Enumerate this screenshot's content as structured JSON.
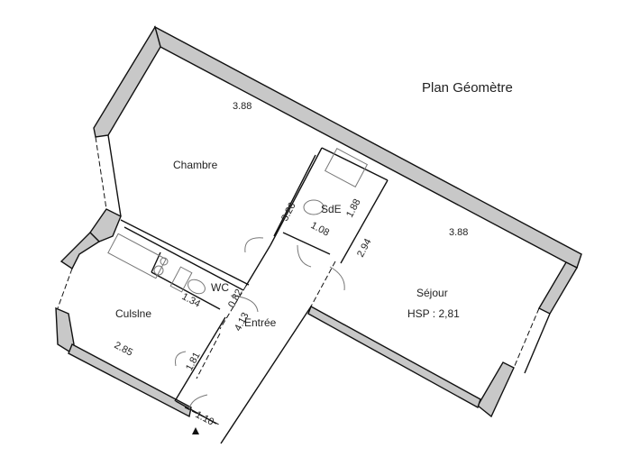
{
  "title": "Plan Géomètre",
  "rooms": {
    "chambre": {
      "name": "Chambre",
      "dim_top": "3.88",
      "dim_side": "3.26"
    },
    "sde": {
      "name": "SdE",
      "dim_a": "1.08",
      "dim_b": "1.88"
    },
    "sejour": {
      "name": "Séjour",
      "hsp": "HSP : 2,81",
      "dim_top": "3.88",
      "dim_side": "2.94"
    },
    "wc": {
      "name": "WC",
      "dim_a": "1.34",
      "dim_b": "0.82"
    },
    "entree": {
      "name": "Entrée",
      "dim_a": "4.13",
      "dim_b": "1.10"
    },
    "cuisine": {
      "name": "Culslne",
      "dim_a": "2.85",
      "dim_b": "1.81"
    }
  },
  "colors": {
    "wall_fill": "#c8c8c8",
    "line": "#111111"
  }
}
